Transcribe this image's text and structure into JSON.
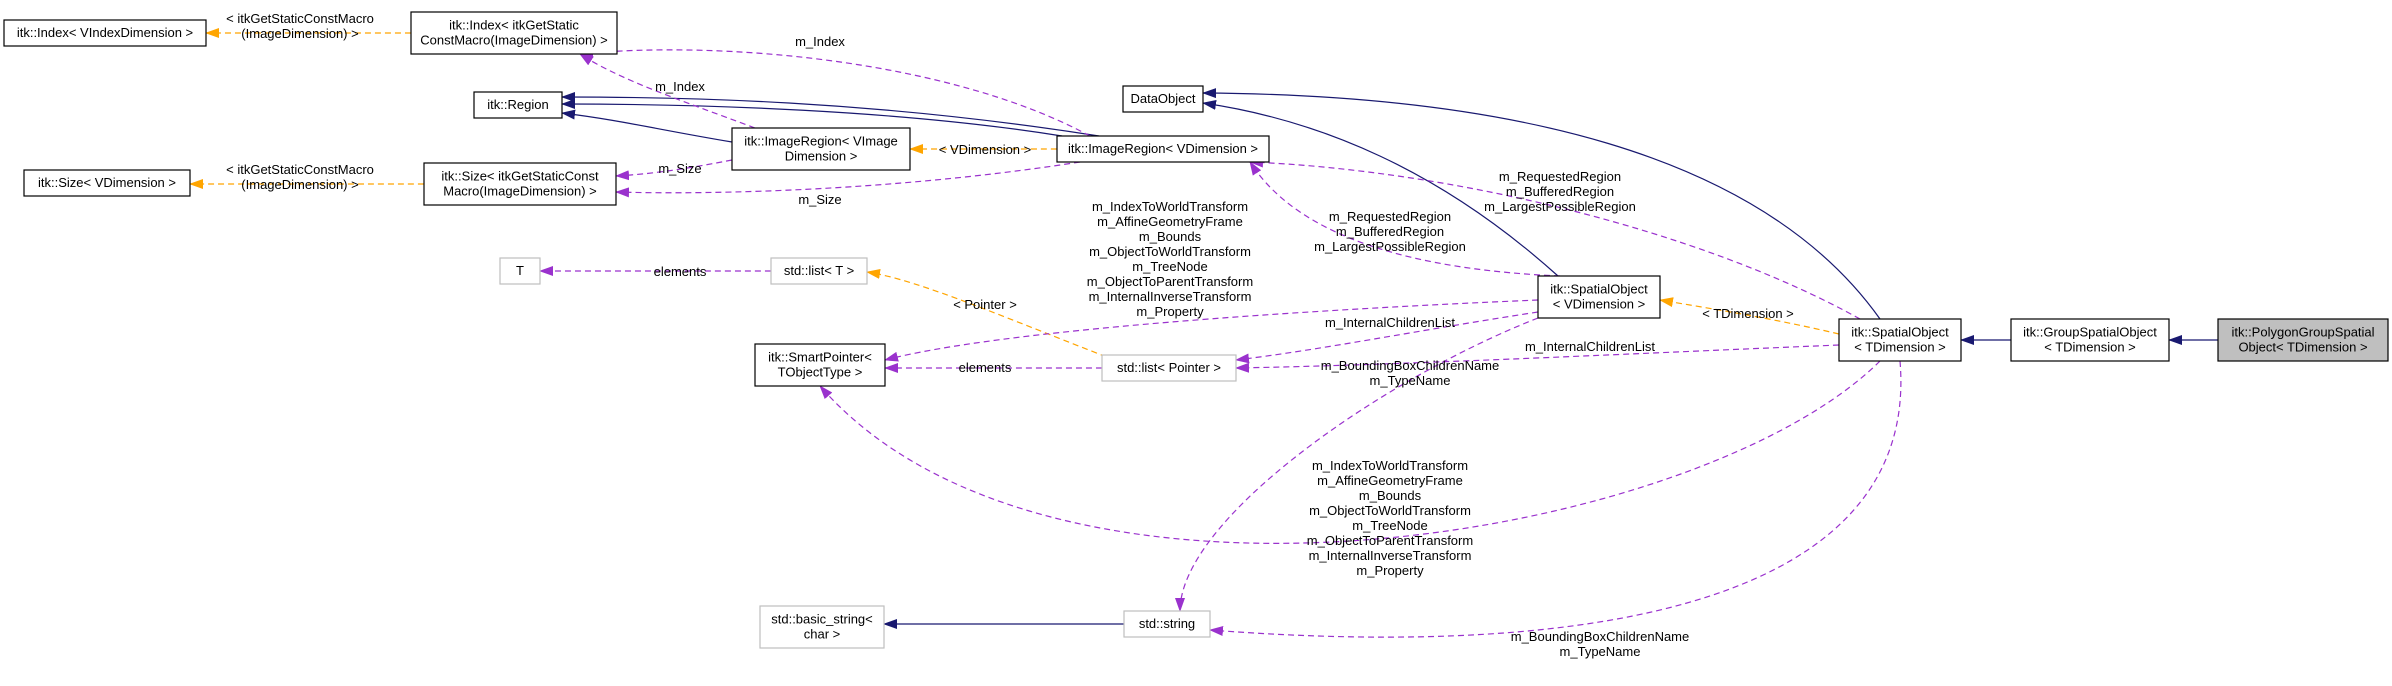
{
  "colors": {
    "inheritance": "#191970",
    "usage": "#9a32cd",
    "template": "#ffa500",
    "node_border": "#000000",
    "ext_border": "#bfbfbf",
    "highlight_fill": "#bfbfbf"
  },
  "nodes": {
    "index_vindex": [
      "itk::Index< VIndexDimension >"
    ],
    "index_static": [
      "itk::Index< itkGetStatic",
      "ConstMacro(ImageDimension) >"
    ],
    "region": [
      "itk::Region"
    ],
    "size_vdim": [
      "itk::Size< VDimension >"
    ],
    "size_static": [
      "itk::Size< itkGetStaticConst",
      "Macro(ImageDimension) >"
    ],
    "imageregion_vimage": [
      "itk::ImageRegion< VImage",
      "Dimension >"
    ],
    "imageregion_vdim": [
      "itk::ImageRegion< VDimension >"
    ],
    "dataobject": [
      "DataObject"
    ],
    "t": [
      "T"
    ],
    "stdlist_t": [
      "std::list< T >"
    ],
    "smartpointer": [
      "itk::SmartPointer<",
      "TObjectType >"
    ],
    "stdlist_pointer": [
      "std::list< Pointer >"
    ],
    "spatial_vdim": [
      "itk::SpatialObject",
      "< VDimension >"
    ],
    "spatial_tdim": [
      "itk::SpatialObject",
      "< TDimension >"
    ],
    "groupspatial": [
      "itk::GroupSpatialObject",
      "< TDimension >"
    ],
    "polygongroup": [
      "itk::PolygonGroupSpatial",
      "Object< TDimension >"
    ],
    "basic_string": [
      "std::basic_string<",
      "char >"
    ],
    "stdstring": [
      "std::string"
    ]
  },
  "labels": {
    "index_template": [
      "< itkGetStaticConstMacro",
      "(ImageDimension) >"
    ],
    "size_template": [
      "< itkGetStaticConstMacro",
      "(ImageDimension) >"
    ],
    "m_index_top": [
      "m_Index"
    ],
    "m_index_mid": [
      "m_Index"
    ],
    "m_size_left": [
      "m_Size"
    ],
    "m_size_bottom": [
      "m_Size"
    ],
    "vdimension_tpl": [
      "< VDimension >"
    ],
    "pointer_tpl": [
      "< Pointer >"
    ],
    "elements_t": [
      "elements"
    ],
    "elements_ptr": [
      "elements"
    ],
    "tdimension_tpl": [
      "< TDimension >"
    ],
    "regions_right": [
      "m_RequestedRegion",
      "m_BufferedRegion",
      "m_LargestPossibleRegion"
    ],
    "regions_mid": [
      "m_RequestedRegion",
      "m_BufferedRegion",
      "m_LargestPossibleRegion"
    ],
    "transforms_top": [
      "m_IndexToWorldTransform",
      "m_AffineGeometryFrame",
      "m_Bounds",
      "m_ObjectToWorldTransform",
      "m_TreeNode",
      "m_ObjectToParentTransform",
      "m_InternalInverseTransform",
      "m_Property"
    ],
    "children_mid": [
      "m_InternalChildrenList"
    ],
    "children_right": [
      "m_InternalChildrenList"
    ],
    "bbox_mid": [
      "m_BoundingBoxChildrenName",
      "m_TypeName"
    ],
    "transforms_bottom": [
      "m_IndexToWorldTransform",
      "m_AffineGeometryFrame",
      "m_Bounds",
      "m_ObjectToWorldTransform",
      "m_TreeNode",
      "m_ObjectToParentTransform",
      "m_InternalInverseTransform",
      "m_Property"
    ],
    "bbox_bottom": [
      "m_BoundingBoxChildrenName",
      "m_TypeName"
    ]
  }
}
